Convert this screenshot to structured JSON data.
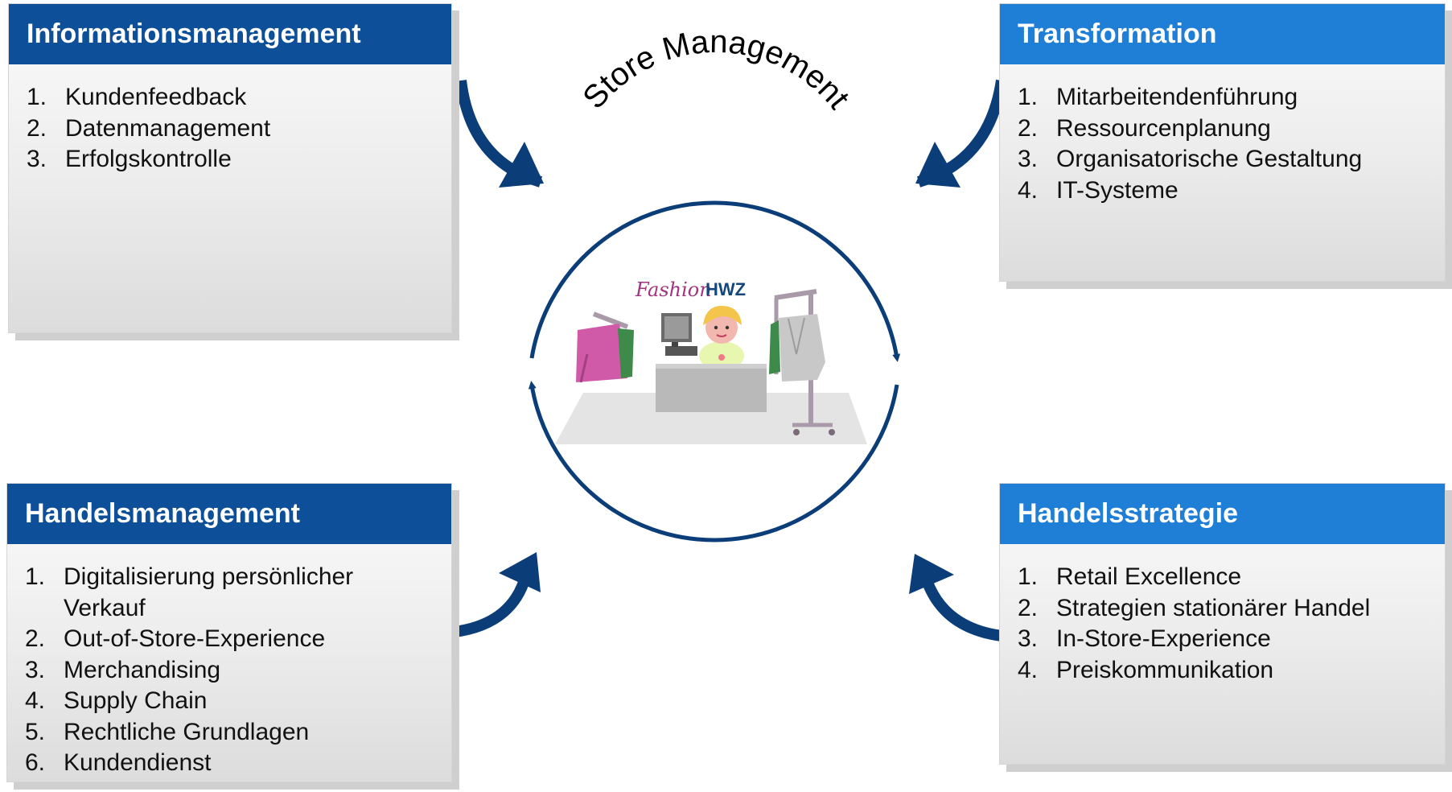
{
  "center": {
    "title": "Store Management",
    "shop_logo": {
      "script": "Fashion",
      "brand": "HWZ"
    }
  },
  "boxes": [
    {
      "title": "Informationsmanagement",
      "items": [
        {
          "num": "1.",
          "text": "Kundenfeedback"
        },
        {
          "num": "2.",
          "text": "Datenmanagement"
        },
        {
          "num": "3.",
          "text": "Erfolgskontrolle"
        }
      ]
    },
    {
      "title": "Transformation",
      "items": [
        {
          "num": "1.",
          "text": "Mitarbeitendenführung"
        },
        {
          "num": "2.",
          "text": "Ressourcenplanung"
        },
        {
          "num": "3.",
          "text": "Organisatorische Gestaltung"
        },
        {
          "num": "4.",
          "text": "IT-Systeme"
        }
      ]
    },
    {
      "title": "Handelsmanagement",
      "items": [
        {
          "num": "1.",
          "text": "Digitalisierung persönlicher Verkauf"
        },
        {
          "num": "2.",
          "text": "Out-of-Store-Experience"
        },
        {
          "num": "3.",
          "text": "Merchandising"
        },
        {
          "num": "4.",
          "text": "Supply Chain"
        },
        {
          "num": "5.",
          "text": "Rechtliche Grundlagen"
        },
        {
          "num": "6.",
          "text": "Kundendienst"
        }
      ]
    },
    {
      "title": "Handelsstrategie",
      "items": [
        {
          "num": "1.",
          "text": "Retail Excellence"
        },
        {
          "num": "2.",
          "text": "Strategien stationärer Handel"
        },
        {
          "num": "3.",
          "text": "In-Store-Experience"
        },
        {
          "num": "4.",
          "text": "Preiskommunikation"
        }
      ]
    }
  ],
  "colors": {
    "header_dark": "#0d4f99",
    "header_light": "#1f7ed6",
    "arrow": "#0b3d78",
    "circle": "#0b3d78"
  }
}
